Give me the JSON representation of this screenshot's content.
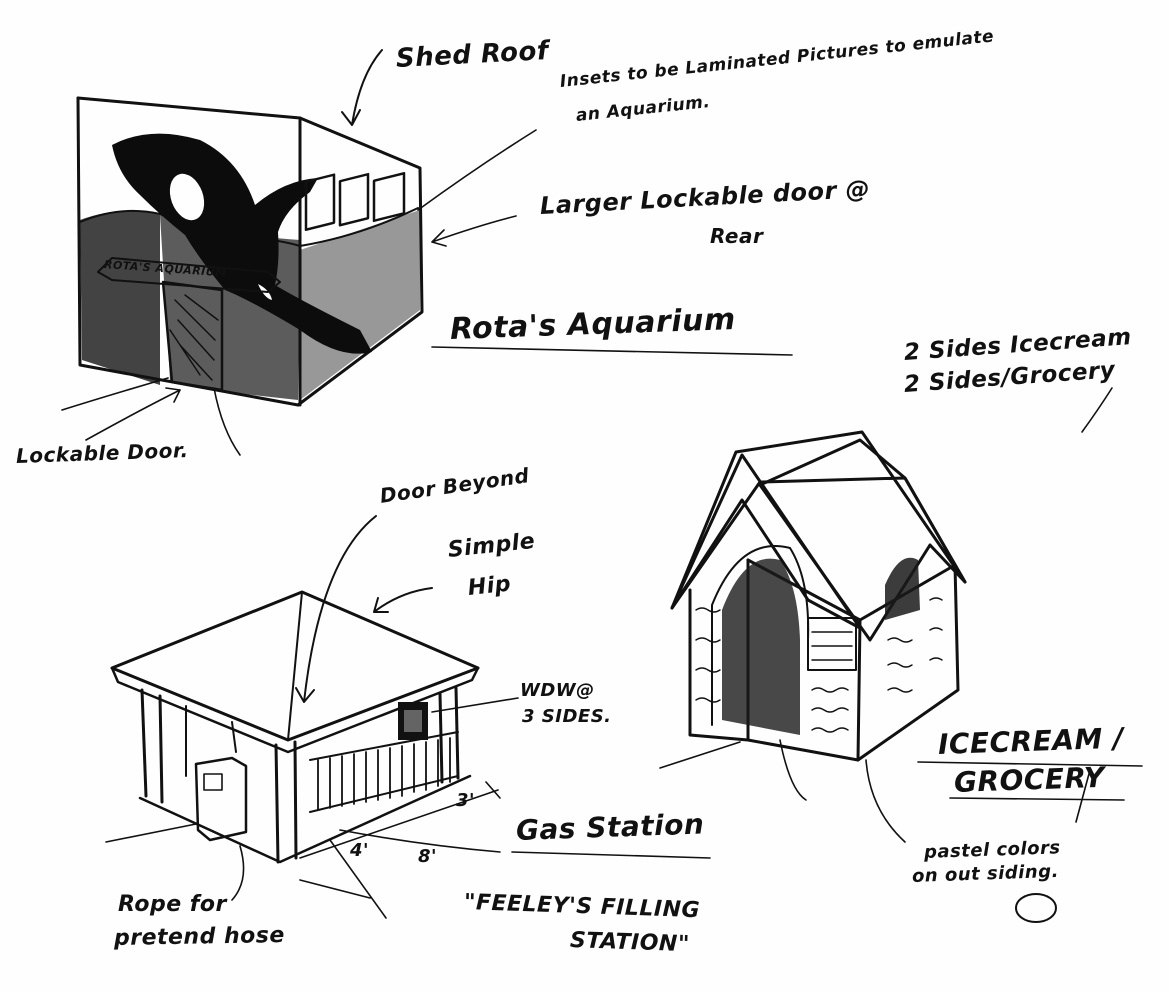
{
  "annotations": {
    "shed_roof": "Shed Roof",
    "inserts": "Insets to be Laminated Pictures to emulate",
    "inserts_line2": "an Aquarium.",
    "larger_door": "Larger Lockable door @",
    "larger_door_line2": "Rear",
    "lockable_door": "Lockable Door.",
    "sides_line1": "2 Sides Icecream",
    "sides_line2": "2 Sides/Grocery",
    "door_beyond": "Door Beyond",
    "simple_hip_line1": "Simple",
    "simple_hip_line2": "Hip",
    "wdw_line1": "WDW@",
    "wdw_line2": "3 SIDES.",
    "rope_line1": "Rope for",
    "rope_line2": "pretend hose",
    "pastel_line1": "pastel colors",
    "pastel_line2": "on out siding.",
    "dim_3": "3'",
    "dim_4": "4'",
    "dim_8": "8'",
    "aquarium_banner": "ROTA'S AQUARIUM"
  },
  "titles": {
    "aquarium": "Rota's Aquarium",
    "icecream_line1": "ICECREAM /",
    "icecream_line2": "GROCERY",
    "gas_station": "Gas Station",
    "feeley_line1": "\"FEELEY'S FILLING",
    "feeley_line2": "STATION\""
  },
  "colors": {
    "ink": "#111111",
    "paper": "#fefefe"
  }
}
